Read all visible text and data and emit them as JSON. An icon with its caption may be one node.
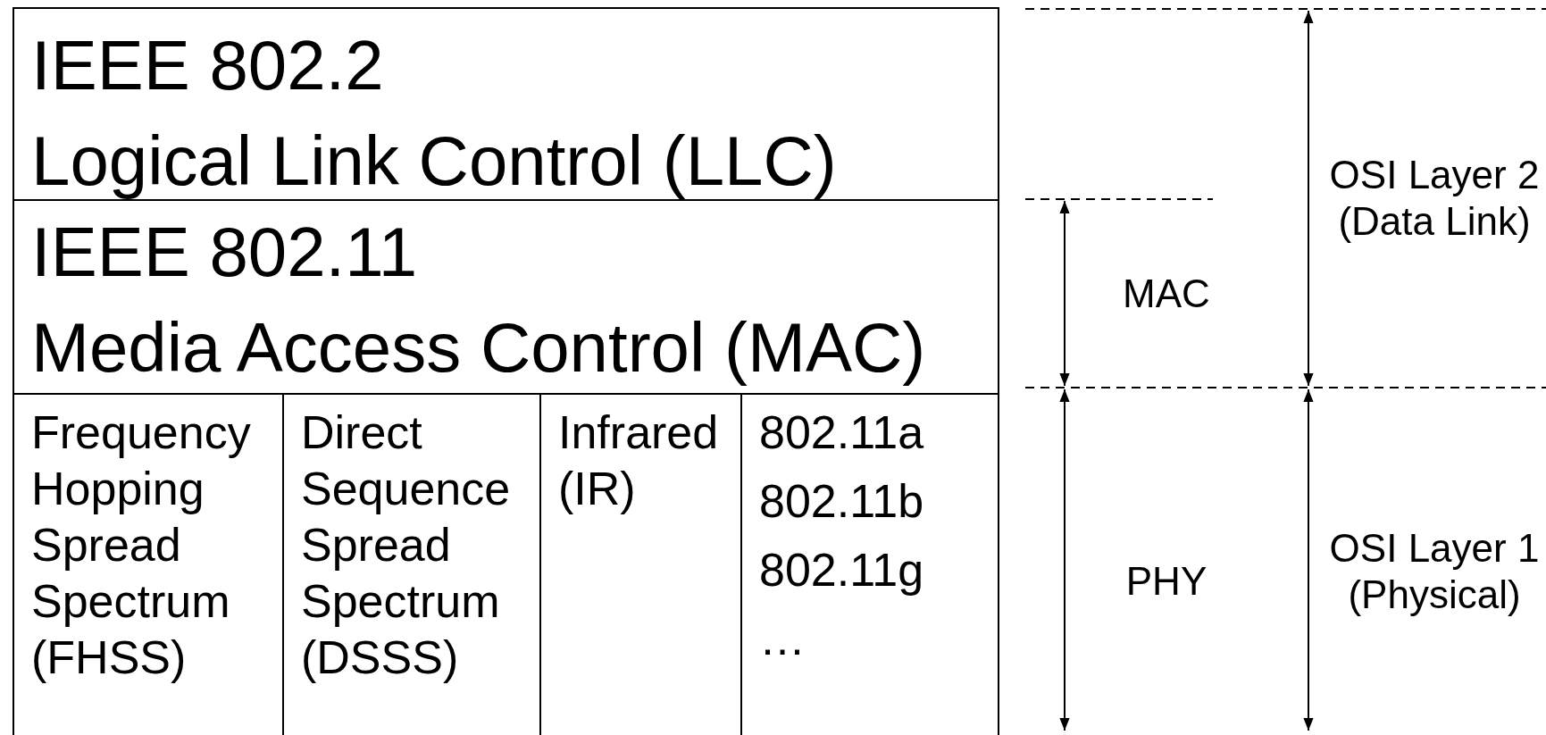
{
  "diagram": {
    "nodes": [
      {
        "text": [
          "IEEE 802.2",
          "Logical Link Control (LLC)"
        ]
      },
      {
        "text": [
          "IEEE 802.11",
          "Media Access Control (MAC)"
        ]
      },
      {
        "text": [
          "Frequency Hopping Spread Spectrum (FHSS)"
        ]
      },
      {
        "text": [
          "Direct Sequence Spread Spectrum (DSSS)"
        ]
      },
      {
        "text": [
          "Infrared (IR)"
        ]
      },
      {
        "text": [
          "802.11a",
          "802.11b",
          "802.11g",
          "…"
        ]
      }
    ],
    "labels": [
      "MAC",
      "OSI Layer 2 (Data Link)",
      "PHY",
      "OSI Layer 1 (Physical)"
    ]
  }
}
